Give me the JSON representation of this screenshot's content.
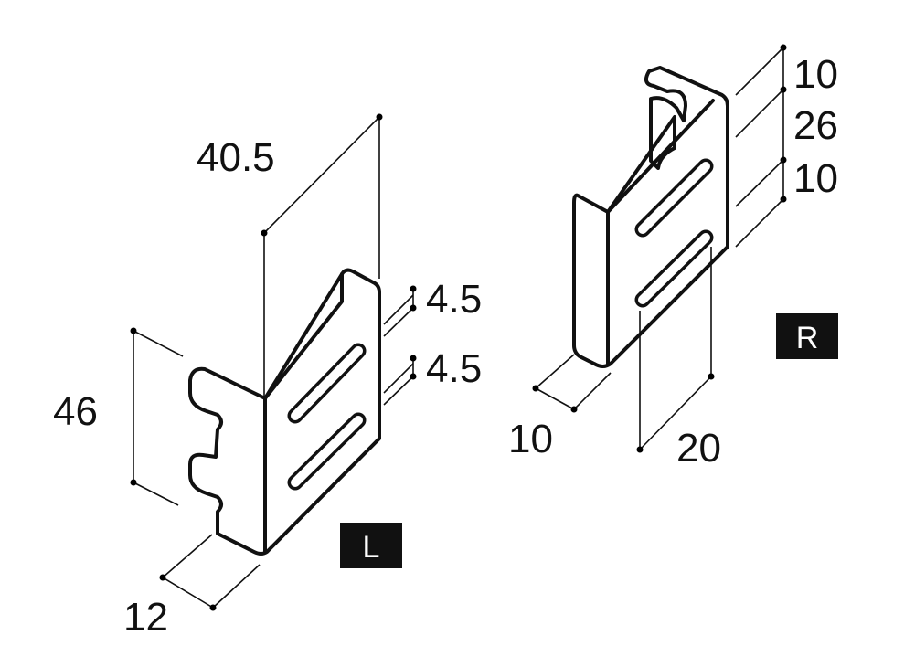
{
  "left_bracket": {
    "tag": "L",
    "dimensions": {
      "depth": "40.5",
      "slot_gap_top": "4.5",
      "slot_gap_bottom": "4.5",
      "height": "46",
      "flange": "12"
    }
  },
  "right_bracket": {
    "tag": "R",
    "dimensions": {
      "top": "10",
      "middle": "26",
      "bottom": "10",
      "flange": "10",
      "width": "20"
    }
  },
  "colors": {
    "line": "#111111",
    "tag_bg": "#111111",
    "tag_text": "#ffffff"
  }
}
